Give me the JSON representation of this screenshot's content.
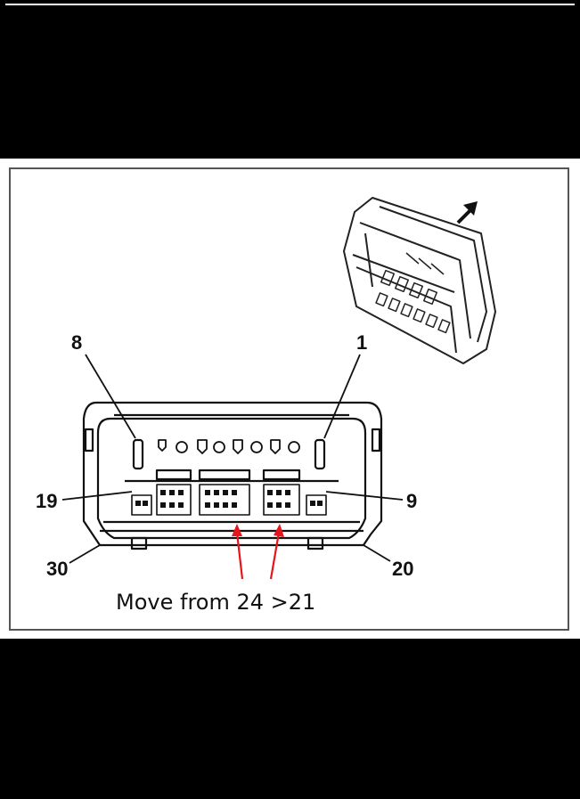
{
  "diagram": {
    "pin_labels": {
      "top_left": "8",
      "top_right": "1",
      "mid_left": "19",
      "mid_right": "9",
      "bottom_left": "30",
      "bottom_right": "20"
    },
    "caption": "Move from 24 >21",
    "colors": {
      "arrow": "#e8141c",
      "line": "#111111",
      "background": "#ffffff",
      "band": "#000000"
    }
  }
}
